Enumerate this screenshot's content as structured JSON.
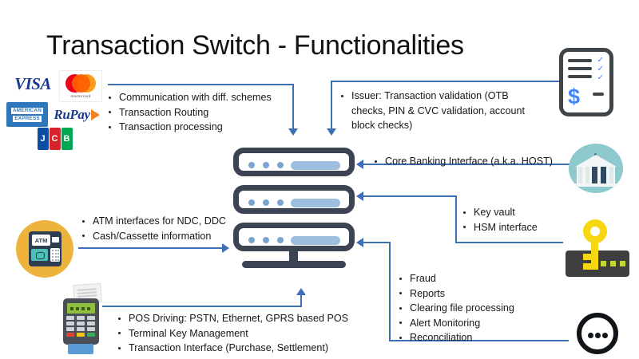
{
  "slide": {
    "title": "Transaction Switch - Functionalities",
    "background": "#ffffff",
    "accent_blue": "#3d6fb4",
    "server_dark": "#3c4454"
  },
  "schemes": {
    "group_name": "card-scheme-logos",
    "logos": [
      {
        "id": "visa",
        "label": "VISA"
      },
      {
        "id": "mastercard",
        "label": "mastercard"
      },
      {
        "id": "amex",
        "line1": "AMERICAN",
        "line2": "EXPRESS"
      },
      {
        "id": "rupay",
        "label": "RuPay"
      },
      {
        "id": "jcb",
        "l1": "J",
        "l2": "C",
        "l3": "B"
      }
    ]
  },
  "blocks": {
    "schemes_notes": {
      "name": "schemes-functions-list",
      "items": [
        "Communication with diff. schemes",
        "Transaction Routing",
        "Transaction processing"
      ]
    },
    "issuer_notes": {
      "name": "issuer-functions-list",
      "items": [
        "Issuer: Transaction validation (OTB checks, PIN & CVC validation, account block checks)"
      ]
    },
    "core_banking_notes": {
      "name": "core-banking-list",
      "items": [
        "Core Banking Interface (a.k.a. HOST)"
      ]
    },
    "key_notes": {
      "name": "key-vault-list",
      "items": [
        "Key vault",
        "HSM interface"
      ]
    },
    "atm_notes": {
      "name": "atm-functions-list",
      "items": [
        "ATM interfaces for NDC, DDC",
        "Cash/Cassette information"
      ]
    },
    "pos_notes": {
      "name": "pos-functions-list",
      "items": [
        "POS Driving: PSTN, Ethernet, GPRS based POS",
        "Terminal Key Management",
        "Transaction Interface (Purchase, Settlement)"
      ]
    },
    "ops_notes": {
      "name": "operations-functions-list",
      "items": [
        "Fraud",
        "Reports",
        "Clearing file processing",
        "Alert Monitoring",
        "Reconciliation"
      ]
    }
  },
  "icons": {
    "document": {
      "name": "invoice-document-icon",
      "currency": "$"
    },
    "bank": {
      "name": "bank-building-icon",
      "circle_color": "#8ec9ce"
    },
    "hsm": {
      "name": "key-hsm-icon",
      "key_color": "#f6d711"
    },
    "atm": {
      "name": "atm-machine-icon",
      "label": "ATM",
      "circle_color": "#edb33c"
    },
    "pos": {
      "name": "pos-terminal-icon"
    },
    "dots": {
      "name": "ellipsis-circle-icon"
    },
    "server": {
      "name": "transaction-switch-server-stack"
    }
  }
}
